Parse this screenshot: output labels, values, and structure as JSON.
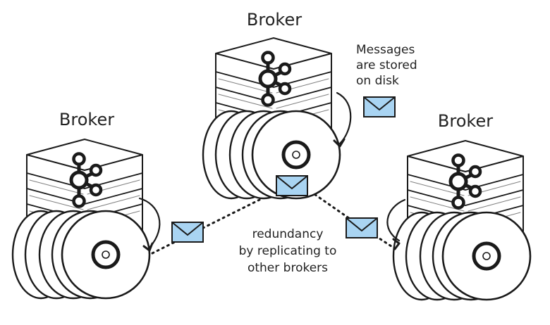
{
  "brokers": [
    {
      "label": "Broker"
    },
    {
      "label": "Broker"
    },
    {
      "label": "Broker"
    }
  ],
  "annotations": {
    "storage_lines": [
      "Messages",
      "are stored",
      "on disk"
    ],
    "replication_lines": [
      "redundancy",
      "by replicating to",
      "other brokers"
    ]
  },
  "icons": {
    "broker_logo": "kafka-logo-icon",
    "message": "envelope-icon",
    "disk": "disk-icon"
  },
  "colors": {
    "envelope_fill": "#a9d4f2",
    "ink": "#1a1a1a",
    "background": "#ffffff"
  }
}
